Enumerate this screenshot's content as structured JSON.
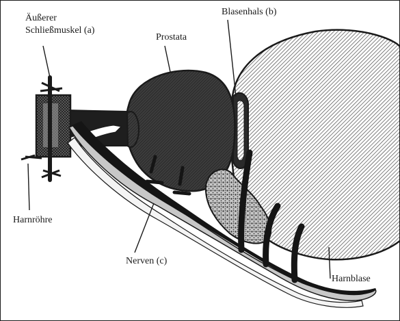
{
  "labels": {
    "sphincter_line1": "Äußerer",
    "sphincter_line2": "Schließmuskel (a)",
    "prostata": "Prostata",
    "blasenhals": "Blasenhals (b)",
    "harnroehre": "Harnröhre",
    "nerven": "Nerven (c)",
    "harnblase": "Harnblase"
  },
  "colors": {
    "ink": "#1a1a1a",
    "prostate_fill": "#3c3c3c",
    "hatch": "#4a4a4a",
    "paper": "#ffffff",
    "tissue": "#8c8c8c"
  }
}
